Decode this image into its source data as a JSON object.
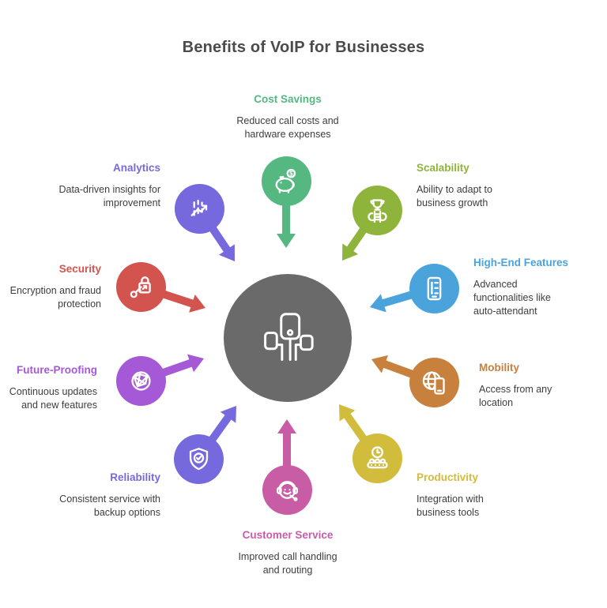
{
  "title": "Benefits of VoIP for Businesses",
  "center": {
    "icon": "voip-hub-icon",
    "color": "#6a6a6a"
  },
  "items": [
    {
      "id": "cost-savings",
      "label": "Cost Savings",
      "description": "Reduced call costs and hardware expenses",
      "color": "#55b880",
      "icon": "piggy-bank-icon"
    },
    {
      "id": "scalability",
      "label": "Scalability",
      "description": "Ability to adapt to business growth",
      "color": "#8fb43c",
      "icon": "trophy-ladder-icon"
    },
    {
      "id": "high-end-features",
      "label": "High-End Features",
      "description": "Advanced functionalities like auto-attendant",
      "color": "#4ba3dc",
      "icon": "phone-features-icon"
    },
    {
      "id": "mobility",
      "label": "Mobility",
      "description": "Access from any location",
      "color": "#c8803d",
      "icon": "globe-phone-icon"
    },
    {
      "id": "productivity",
      "label": "Productivity",
      "description": "Integration with business tools",
      "color": "#d2bc3b",
      "icon": "conveyor-clock-icon"
    },
    {
      "id": "customer-service",
      "label": "Customer Service",
      "description": "Improved call handling and routing",
      "color": "#c85da6",
      "icon": "headset-smile-icon"
    },
    {
      "id": "reliability",
      "label": "Reliability",
      "description": "Consistent service with backup options",
      "color": "#7669de",
      "icon": "shield-check-icon"
    },
    {
      "id": "future-proofing",
      "label": "Future-Proofing",
      "description": "Continuous updates and new features",
      "color": "#a659d7",
      "icon": "network-globe-icon"
    },
    {
      "id": "security",
      "label": "Security",
      "description": "Encryption and fraud protection",
      "color": "#d3544e",
      "icon": "lock-key-icon"
    },
    {
      "id": "analytics",
      "label": "Analytics",
      "description": "Data-driven insights for improvement",
      "color": "#7669de",
      "icon": "chart-growth-icon"
    }
  ]
}
